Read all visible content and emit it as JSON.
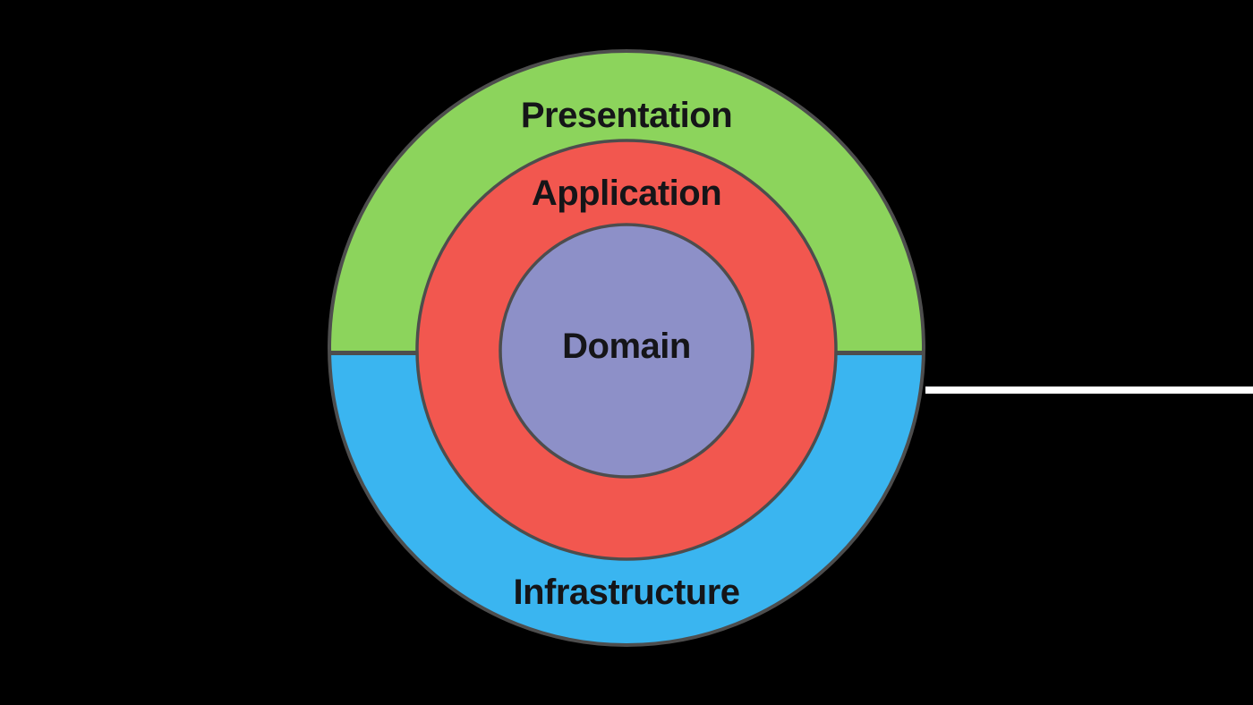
{
  "diagram": {
    "name": "onion-architecture-layers",
    "background_color": "#000000",
    "outline_color": "#4D4D4D",
    "text_color": "#151518",
    "rings": [
      {
        "id": "presentation",
        "label": "Presentation",
        "color": "#8CD45C"
      },
      {
        "id": "application",
        "label": "Application",
        "color": "#F2574F"
      },
      {
        "id": "domain",
        "label": "Domain",
        "color": "#8D90C8"
      },
      {
        "id": "infrastructure",
        "label": "Infrastructure",
        "color": "#3AB5F0"
      }
    ],
    "white_band": {
      "color": "#FFFFFF"
    }
  }
}
